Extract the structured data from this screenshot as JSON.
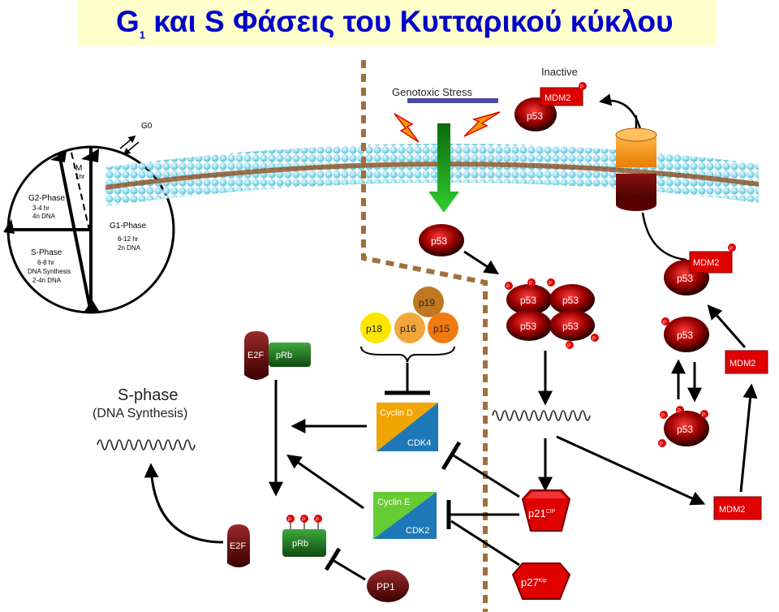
{
  "title": {
    "prefix": "G",
    "sub": "1",
    "rest": " και S Φάσεις του Κυτταρικού κύκλου"
  },
  "cell_cycle": {
    "g0": "G0",
    "m": {
      "name": "M",
      "time": "1hr"
    },
    "g2": {
      "name": "G2-Phase",
      "time": "3-4 hr",
      "dna": "4n DNA"
    },
    "s": {
      "name": "S-Phase",
      "time": "6-8 hr",
      "desc": "DNA Synthesis",
      "dna": "2-4n DNA"
    },
    "g1": {
      "name": "G1-Phase",
      "time": "6-12 hr",
      "dna": "2n DNA"
    }
  },
  "stress_label": "Genotoxic Stress",
  "inactive_label": "Inactive",
  "labels": {
    "p53": "p53",
    "mdm2": "MDM2",
    "p": "P",
    "e2f": "E2F",
    "prb": "pRb",
    "p19": "p19",
    "p18": "p18",
    "p16": "p16",
    "p15": "p15",
    "cyclin_d": "Cyclin D",
    "cdk4": "CDK4",
    "cyclin_e": "Cyclin E",
    "cdk2": "CDK2",
    "p21": "p21",
    "p21_sup": "CIP",
    "p27": "p27",
    "p27_sup": "Kip",
    "pp1": "PP1"
  },
  "s_phase": {
    "title": "S-phase",
    "subtitle": "(DNA Synthesis)"
  },
  "colors": {
    "title_bg": "#ffffcc",
    "title_text": "#0000cc",
    "red": "#e00000",
    "dark_red": "#6a0000",
    "green": "#2e8b2e",
    "membrane": "#7fd4ea"
  }
}
